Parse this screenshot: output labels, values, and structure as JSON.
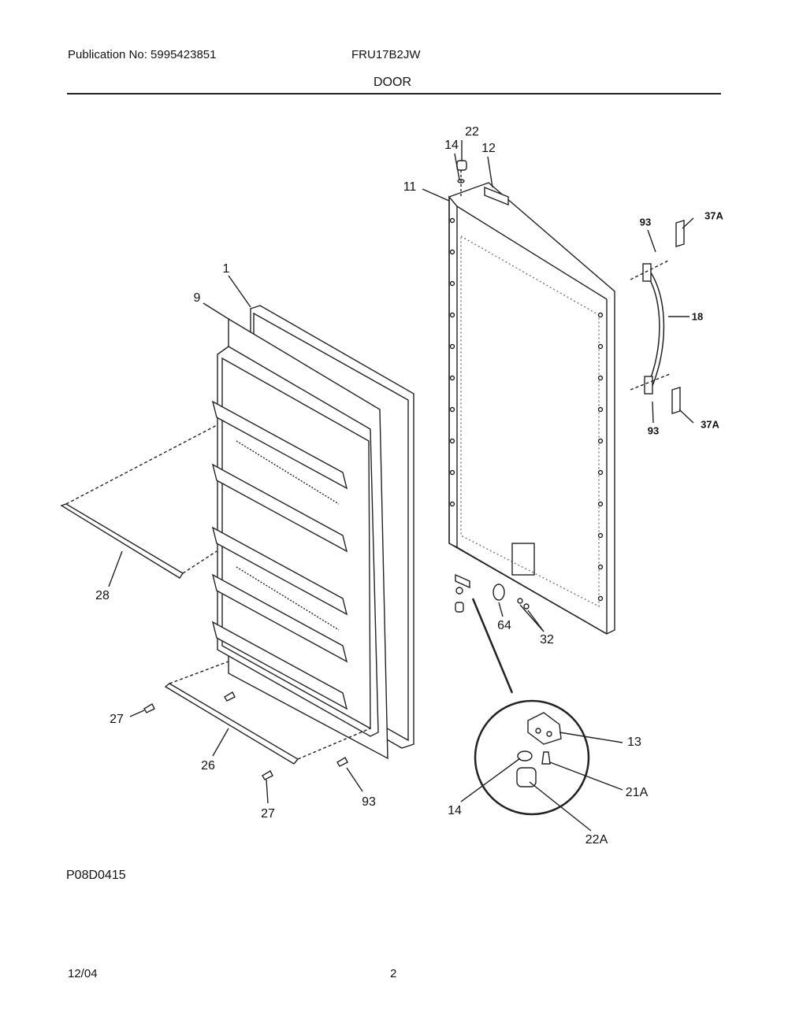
{
  "header": {
    "publication": "Publication No: 5995423851",
    "model": "FRU17B2JW",
    "section": "DOOR"
  },
  "diagram": {
    "callouts": [
      "22",
      "14",
      "12",
      "11",
      "93",
      "37A",
      "18",
      "93",
      "37A",
      "1",
      "9",
      "28",
      "64",
      "32",
      "27",
      "26",
      "27",
      "93",
      "13",
      "21A",
      "14",
      "22A"
    ],
    "figure_id": "P08D0415"
  },
  "footer": {
    "date": "12/04",
    "page": "2"
  }
}
